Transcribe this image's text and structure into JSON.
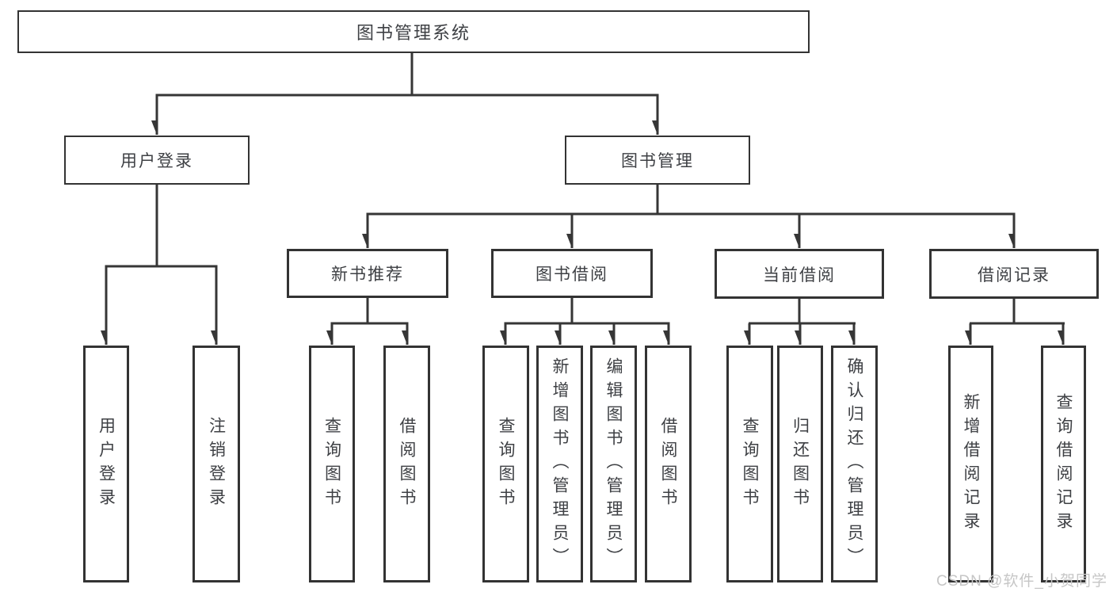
{
  "diagram": {
    "root": {
      "label": "图书管理系统"
    },
    "level2": [
      {
        "id": "user-login",
        "label": "用户登录"
      },
      {
        "id": "book-management",
        "label": "图书管理"
      }
    ],
    "level3": [
      {
        "id": "new-book-recommend",
        "label": "新书推荐"
      },
      {
        "id": "book-borrow",
        "label": "图书借阅"
      },
      {
        "id": "current-borrow",
        "label": "当前借阅"
      },
      {
        "id": "borrow-records",
        "label": "借阅记录"
      }
    ],
    "leaves": {
      "user_login": [
        {
          "label": "用户登录"
        },
        {
          "label": "注销登录"
        }
      ],
      "new_book": [
        {
          "label": "查询图书"
        },
        {
          "label": "借阅图书"
        }
      ],
      "book_borrow": [
        {
          "label": "查询图书"
        },
        {
          "label": "新增图书（管理员）"
        },
        {
          "label": "编辑图书（管理员）"
        },
        {
          "label": "借阅图书"
        }
      ],
      "current_borrow": [
        {
          "label": "查询图书"
        },
        {
          "label": "归还图书"
        },
        {
          "label": "确认归还（管理员）"
        }
      ],
      "borrow_records": [
        {
          "label": "新增借阅记录"
        },
        {
          "label": "查询借阅记录"
        }
      ]
    }
  },
  "watermark": {
    "text": "CSDN @软件_小贺同学"
  },
  "colors": {
    "line": "#363636",
    "box_border": "#333333",
    "box_fill": "#ffffff",
    "text": "#3e4044",
    "watermark": "#c6c6c6"
  }
}
